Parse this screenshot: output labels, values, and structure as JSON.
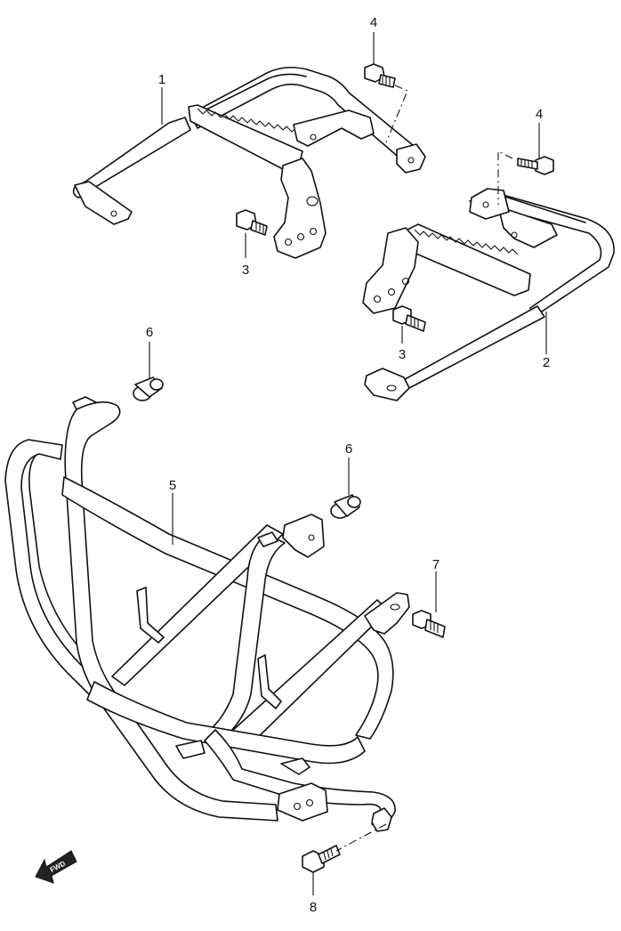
{
  "callouts": {
    "c1": "1",
    "c2": "2",
    "c3a": "3",
    "c3b": "3",
    "c4a": "4",
    "c4b": "4",
    "c5": "5",
    "c6a": "6",
    "c6b": "6",
    "c7": "7",
    "c8": "8"
  },
  "fwd_marker": "FWD",
  "colors": {
    "line": "#111111",
    "background": "#ffffff"
  }
}
